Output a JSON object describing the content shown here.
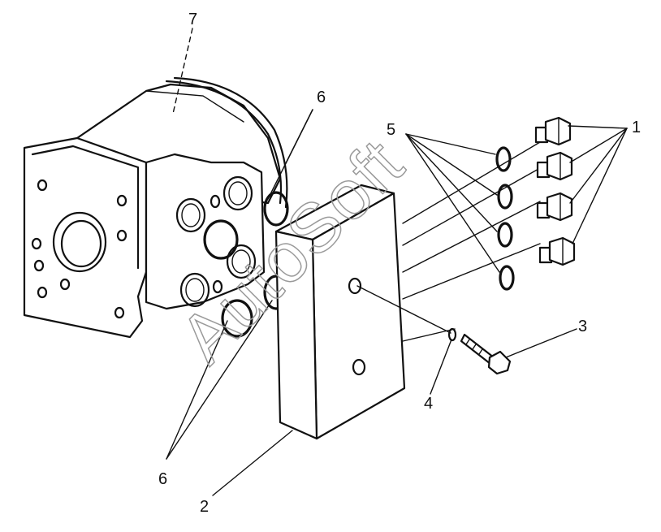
{
  "watermark": {
    "text": "AutoSoft"
  },
  "callouts": {
    "c1": "1",
    "c2": "2",
    "c3": "3",
    "c4": "4",
    "c5": "5",
    "c6_top": "6",
    "c6_bottom": "6",
    "c7": "7"
  }
}
